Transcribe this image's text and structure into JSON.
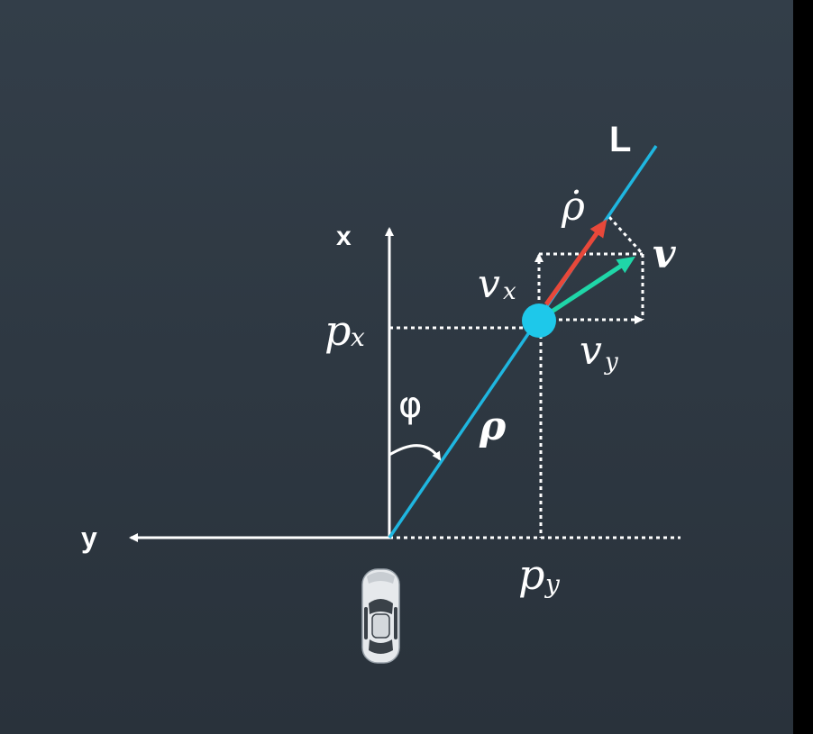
{
  "labels": {
    "x_axis": "x",
    "y_axis": "y",
    "line": "L",
    "rho": "ρ",
    "rho_dot": "ρ̇",
    "phi": "φ",
    "v": "v",
    "vx_main": "v",
    "vx_sub": "x",
    "vy_main": "v",
    "vy_sub": "y",
    "px_main": "p",
    "px_sub": "x",
    "py_main": "p",
    "py_sub": "y"
  },
  "icons": {
    "ego_vehicle": "car-top-view-icon"
  },
  "colors": {
    "background": "#2f3943",
    "axis": "#ffffff",
    "line_L": "#1fb6e0",
    "object": "#1ec8ea",
    "rho_dot_arrow": "#e8483a",
    "velocity_arrow": "#1fd6a8",
    "dotted": "#ffffff"
  }
}
